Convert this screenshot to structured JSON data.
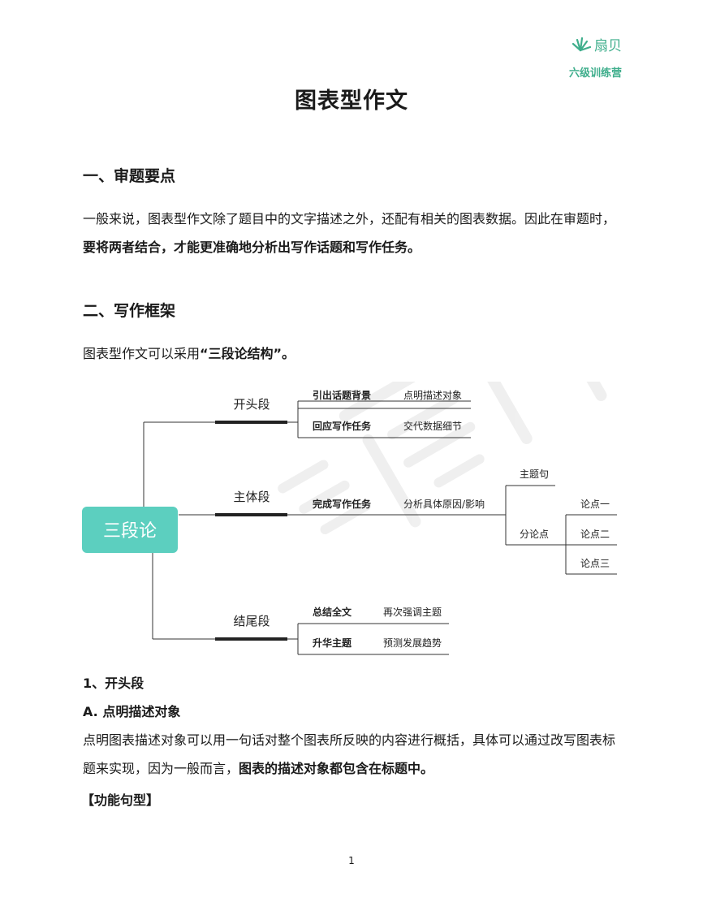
{
  "brand": {
    "name": "扇贝",
    "subtitle": "六级训练营",
    "color": "#3fae8c"
  },
  "doc": {
    "title": "图表型作文",
    "section1": {
      "heading": "一、审题要点",
      "para_normal": "一般来说，图表型作文除了题目中的文字描述之外，还配有相关的图表数据。因此在审题时，",
      "para_bold": "要将两者结合，才能更准确地分析出写作话题和写作任务。"
    },
    "section2": {
      "heading": "二、写作框架",
      "intro_normal": "图表型作文可以采用",
      "intro_bold": "“三段论结构”",
      "intro_end": "。"
    },
    "mindmap": {
      "root": "三段论",
      "root_color": "#5ccfbf",
      "branches": [
        {
          "label": "开头段",
          "items": [
            {
              "task": "引出话题背景",
              "detail": "点明描述对象"
            },
            {
              "task": "回应写作任务",
              "detail": "交代数据细节"
            }
          ]
        },
        {
          "label": "主体段",
          "items": [
            {
              "task": "完成写作任务",
              "detail": "分析具体原因/影响"
            }
          ],
          "sub": {
            "topic": "主题句",
            "points_label": "分论点",
            "points": [
              "论点一",
              "论点二",
              "论点三"
            ]
          }
        },
        {
          "label": "结尾段",
          "items": [
            {
              "task": "总结全文",
              "detail": "再次强调主题"
            },
            {
              "task": "升华主题",
              "detail": "预测发展趋势"
            }
          ]
        }
      ]
    },
    "subsection": {
      "heading": "1、开头段",
      "subheading": "A. 点明描述对象",
      "para_normal": "点明图表描述对象可以用一句话对整个图表所反映的内容进行概括，具体可以通过改写图表标题来实现，因为一般而言，",
      "para_bold": "图表的描述对象都包含在标题中。",
      "label": "【功能句型】"
    },
    "page_number": "1"
  }
}
